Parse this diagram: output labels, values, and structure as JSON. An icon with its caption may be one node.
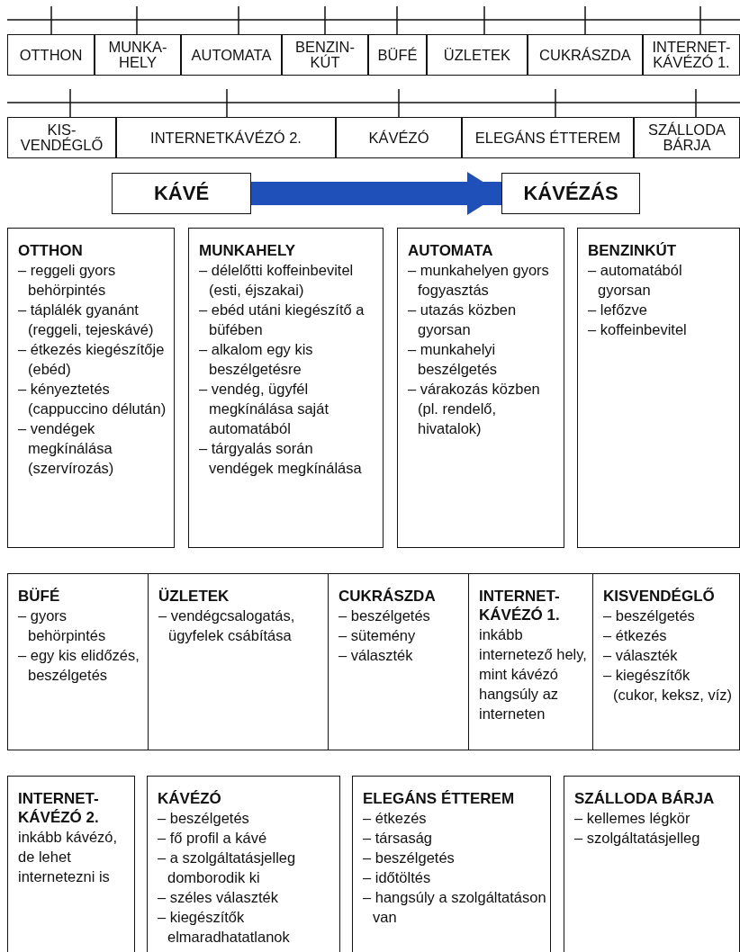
{
  "diagram": {
    "nodes": [
      {
        "text": [
          "OTTHON"
        ]
      },
      {
        "text": [
          "MUNKA- HELY"
        ]
      },
      {
        "text": [
          "AUTOMATA"
        ]
      },
      {
        "text": [
          "BENZIN- KÚT"
        ]
      },
      {
        "text": [
          "BÜFÉ"
        ]
      },
      {
        "text": [
          "ÜZLETEK"
        ]
      },
      {
        "text": [
          "CUKRÁSZDA"
        ]
      },
      {
        "text": [
          "INTERNET- KÁVÉZÓ 1."
        ]
      },
      {
        "text": [
          "KIS- VENDÉGLŐ"
        ]
      },
      {
        "text": [
          "INTERNETKÁVÉZÓ 2."
        ]
      },
      {
        "text": [
          "KÁVÉZÓ"
        ]
      },
      {
        "text": [
          "ELEGÁNS ÉTTEREM"
        ]
      },
      {
        "text": [
          "SZÁLLODA BÁRJA"
        ]
      },
      {
        "text": [
          "KÁVÉ"
        ]
      },
      {
        "text": [
          "KÁVÉZÁS"
        ]
      },
      {
        "text": [
          "OTTHON",
          "– reggeli gyors behörpintés",
          "– táplálék gyanánt (reggeli, tejeskávé)",
          "– étkezés kiegészítője (ebéd)",
          "– kényeztetés (cappuccino délután)",
          "– vendégek megkínálása (szervírozás)"
        ]
      },
      {
        "text": [
          "MUNKAHELY",
          "– délelőtti koffeinbevitel (esti, éjszakai)",
          "– ebéd utáni kiegészítő a büfében",
          "– alkalom egy kis beszélgetésre",
          "– vendég, ügyfél megkínálása saját automatából",
          "– tárgyalás során vendégek megkínálása"
        ]
      },
      {
        "text": [
          "AUTOMATA",
          "– munkahelyen gyors fogyasztás",
          "– utazás közben gyorsan",
          "– munkahelyi beszélgetés",
          "– várakozás közben (pl. rendelő, hivatalok)"
        ]
      },
      {
        "text": [
          "BENZINKÚT",
          "– automatából gyorsan",
          "– lefőzve",
          "– koffeinbevitel"
        ]
      },
      {
        "text": [
          "BÜFÉ",
          "– gyors behörpintés",
          "– egy kis elidőzés, beszélgetés"
        ]
      },
      {
        "text": [
          "ÜZLETEK",
          "– vendégcsalogatás, ügyfelek csábítása"
        ]
      },
      {
        "text": [
          "CUKRÁSZDA",
          "– beszélgetés",
          "– sütemény",
          "– választék"
        ]
      },
      {
        "text": [
          "INTERNET- KÁVÉZÓ 1.",
          "inkább internetező hely, mint kávézó hangsúly az interneten"
        ]
      },
      {
        "text": [
          "KISVENDÉGLŐ",
          "– beszélgetés",
          "– étkezés",
          "– választék",
          "– kiegészítők (cukor, keksz, víz)"
        ]
      },
      {
        "text": [
          "INTERNET- KÁVÉZÓ 2.",
          "inkább kávézó, de lehet internetezni is"
        ]
      },
      {
        "text": [
          "KÁVÉZÓ",
          "– beszélgetés",
          "– fő profil a kávé",
          "– a szolgáltatásjelleg domborodik ki",
          "– széles választék",
          "– kiegészítők elmaradhatatlanok"
        ]
      },
      {
        "text": [
          "ELEGÁNS ÉTTEREM",
          "– étkezés",
          "– társaság",
          "– beszélgetés",
          "– időtöltés",
          "– hangsúly a szolgáltatáson van"
        ]
      },
      {
        "text": [
          "SZÁLLODA BÁRJA",
          "– kellemes légkör",
          "– szolgáltatásjelleg"
        ]
      }
    ],
    "edges": [
      {
        "from": 13,
        "to": 14,
        "arrow": "to",
        "color": "#1f4fb8"
      }
    ]
  }
}
